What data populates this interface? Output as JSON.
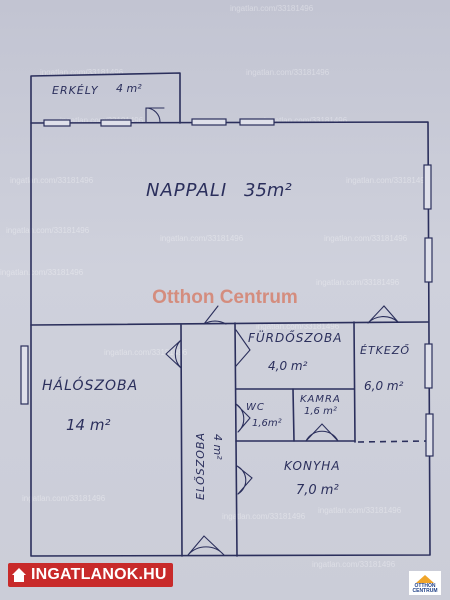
{
  "floorplan": {
    "rooms": [
      {
        "id": "erkely",
        "name": "ERKÉLY",
        "area": "4 m²"
      },
      {
        "id": "nappali",
        "name": "NAPPALI",
        "area": "35m²"
      },
      {
        "id": "haloszoba",
        "name": "HÁLÓSZOBA",
        "area": "14 m²"
      },
      {
        "id": "eloszoba",
        "name": "ELŐSZOBA",
        "area": "4 m²"
      },
      {
        "id": "furdoszoba",
        "name": "FÜRDŐSZOBA",
        "area": "4,0 m²"
      },
      {
        "id": "wc",
        "name": "WC",
        "area": "1,6m²"
      },
      {
        "id": "kamra",
        "name": "KAMRA",
        "area": "1,6 m²"
      },
      {
        "id": "etkezo",
        "name": "ÉTKEZŐ",
        "area": "6,0 m²"
      },
      {
        "id": "konyha",
        "name": "KONYHA",
        "area": "7,0 m²"
      }
    ]
  },
  "watermark": {
    "center": "Otthon Centrum",
    "repeated": "ingatlan.com/33181496"
  },
  "branding": {
    "ingatlanok_logo": "INGATLANOK.HU",
    "otthon_centrum_logo": "OTTHON CENTRUM"
  },
  "colors": {
    "ink": "#2b2f5c",
    "paper": "#c9cbd7",
    "watermark": "#d6765f",
    "ingatlanok_red": "#c82a2a",
    "oc_blue": "#1e3f86",
    "oc_orange": "#f0a52a"
  }
}
